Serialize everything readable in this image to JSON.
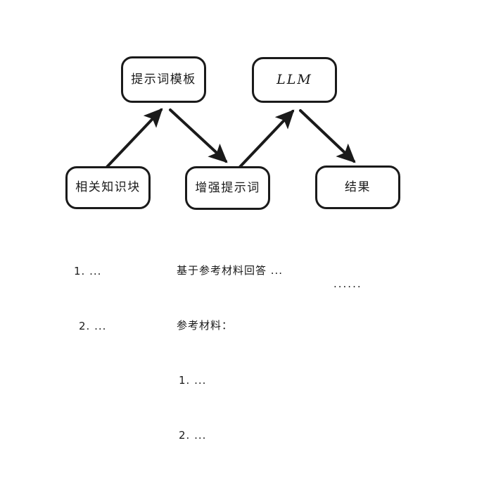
{
  "diagram": {
    "title": "RAG prompt augmentation flow",
    "background_color": "#ffffff",
    "stroke_color": "#1a1a1a",
    "nodes": [
      {
        "id": "prompt-template",
        "label": "提示词模板",
        "script": "cjk"
      },
      {
        "id": "llm",
        "label": "LLM",
        "script": "latin"
      },
      {
        "id": "knowledge",
        "label": "相关知识块",
        "script": "cjk"
      },
      {
        "id": "augmented",
        "label": "增强提示词",
        "script": "cjk"
      },
      {
        "id": "result",
        "label": "结果",
        "script": "cjk"
      }
    ],
    "edges": [
      {
        "id": "knowledge-to-prompt-template",
        "from": "相关知识块",
        "to": "提示词模板"
      },
      {
        "id": "prompt-template-to-augmented",
        "from": "提示词模板",
        "to": "增强提示词"
      },
      {
        "id": "augmented-to-llm",
        "from": "增强提示词",
        "to": "LLM"
      },
      {
        "id": "llm-to-result",
        "from": "LLM",
        "to": "结果"
      }
    ],
    "annotations": {
      "knowledge_list": {
        "for": "相关知识块",
        "lines": [
          "1. ...",
          "2. ..."
        ]
      },
      "augmented_prompt_text": {
        "for": "增强提示词",
        "lines": [
          "基于参考材料回答 ...",
          "参考材料：",
          "1. ...",
          "2. ..."
        ]
      },
      "result_text": {
        "for": "结果",
        "lines": [
          "......"
        ]
      }
    }
  }
}
